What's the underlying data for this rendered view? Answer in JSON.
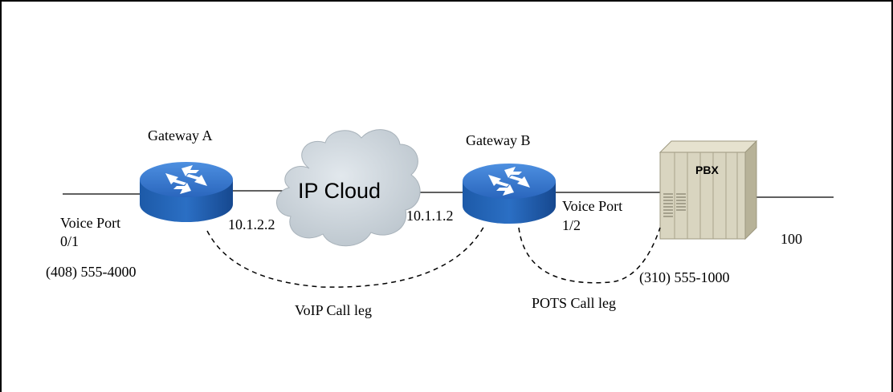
{
  "diagram": {
    "devices": {
      "gateway_a": {
        "label": "Gateway A"
      },
      "gateway_b": {
        "label": "Gateway B"
      },
      "ip_cloud": {
        "label": "IP Cloud"
      },
      "pbx": {
        "label": "PBX"
      }
    },
    "labels": {
      "voice_port_a_line1": "Voice Port",
      "voice_port_a_line2": "0/1",
      "phone_a": "(408) 555-4000",
      "ip_a": "10.1.2.2",
      "ip_b": "10.1.1.2",
      "voice_port_b_line1": "Voice Port",
      "voice_port_b_line2": "1/2",
      "phone_b": "(310) 555-1000",
      "extension": "100"
    },
    "call_legs": {
      "voip": "VoIP Call leg",
      "pots": "POTS Call leg"
    },
    "colors": {
      "router_top": "#2e74c9",
      "router_side": "#1a4f9a",
      "cloud": "#c9d2d9",
      "pbx_front": "#d8d4bf",
      "pbx_side": "#bdb8a0"
    }
  }
}
